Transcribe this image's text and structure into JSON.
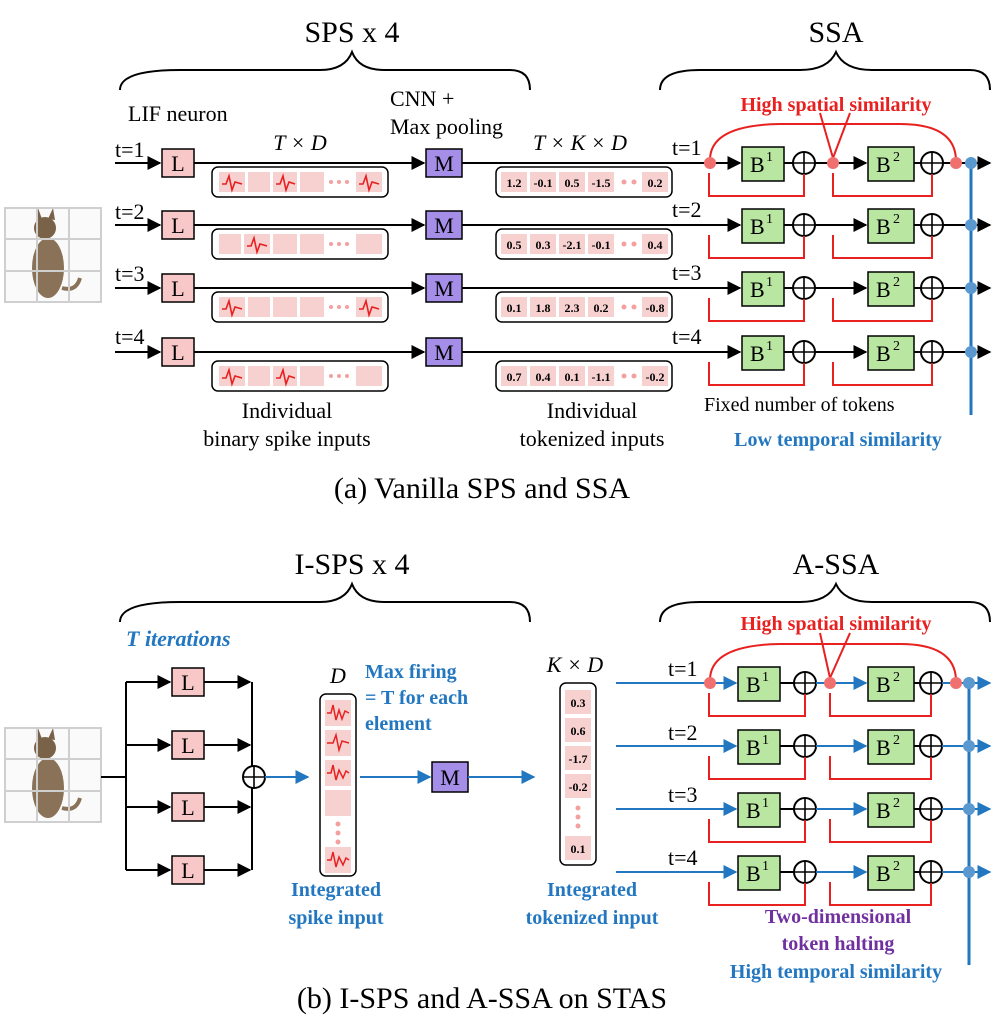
{
  "panel_a": {
    "left_group": "SPS x 4",
    "right_group": "SSA",
    "lif_label": "LIF neuron",
    "cnn_label_1": "CNN +",
    "cnn_label_2": "Max pooling",
    "spike_dim": "T × D",
    "token_dim": "T × K × D",
    "high_spatial": "High spatial similarity",
    "fixed_tokens": "Fixed number of tokens",
    "low_temporal": "Low temporal similarity",
    "spike_caption_1": "Individual",
    "spike_caption_2": "binary spike inputs",
    "token_caption_1": "Individual",
    "token_caption_2": "tokenized inputs",
    "caption": "(a) Vanilla SPS and SSA",
    "timesteps": [
      "t=1",
      "t=2",
      "t=3",
      "t=4"
    ],
    "token_rows": [
      [
        "1.2",
        "-0.1",
        "0.5",
        "-1.5",
        "0.2"
      ],
      [
        "0.5",
        "0.3",
        "-2.1",
        "-0.1",
        "0.4"
      ],
      [
        "0.1",
        "1.8",
        "2.3",
        "0.2",
        "-0.8"
      ],
      [
        "0.7",
        "0.4",
        "0.1",
        "-1.1",
        "-0.2"
      ]
    ]
  },
  "panel_b": {
    "left_group": "I-SPS x 4",
    "right_group": "A-SSA",
    "iterations": "T iterations",
    "vec_dim": "D",
    "max_firing_1": "Max firing",
    "max_firing_2": "= T for each",
    "max_firing_3": "element",
    "token_dim": "K × D",
    "token_column": [
      "0.3",
      "0.6",
      "-1.7",
      "-0.2",
      "0.1"
    ],
    "high_spatial": "High spatial similarity",
    "spike_caption_1": "Integrated",
    "spike_caption_2": "spike input",
    "token_caption_1": "Integrated",
    "token_caption_2": "tokenized input",
    "halting_1": "Two-dimensional",
    "halting_2": "token halting",
    "high_temporal": "High temporal similarity",
    "caption": "(b) I-SPS and A-SSA on STAS",
    "timesteps": [
      "t=1",
      "t=2",
      "t=3",
      "t=4"
    ]
  },
  "blocks": {
    "lif": "L",
    "maxpool": "M",
    "block1": "B",
    "block2": "B",
    "sup1": "1",
    "sup2": "2"
  },
  "colors": {
    "lif_fill": "#f8c8c8",
    "maxpool_fill": "#a58ee8",
    "block_fill": "#b9e6a0",
    "spatial_red": "#e82020",
    "temporal_blue": "#2277c0",
    "halting_purple": "#7030a0",
    "token_pink": "#f7d0d0"
  }
}
